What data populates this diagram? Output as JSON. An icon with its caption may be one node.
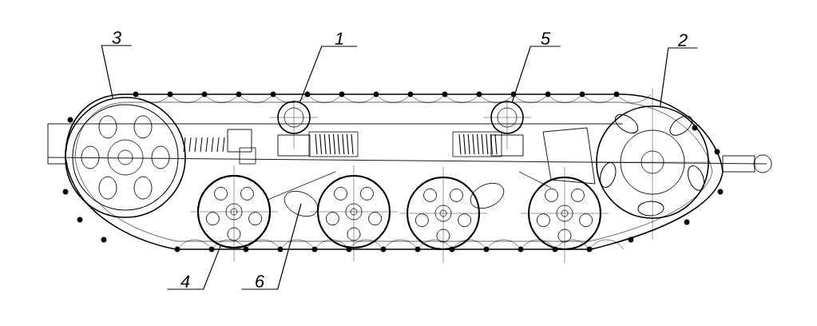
{
  "diagram": {
    "nodes": [
      {
        "text": [
          "3"
        ]
      },
      {
        "text": [
          "1"
        ]
      },
      {
        "text": [
          "5"
        ]
      },
      {
        "text": [
          "2"
        ]
      },
      {
        "text": [
          "4"
        ]
      },
      {
        "text": [
          "6"
        ]
      },
      {
        "text": [],
        "shape": "circle"
      },
      {
        "text": [],
        "shape": "circle"
      },
      {
        "text": [],
        "shape": "circle"
      },
      {
        "text": [],
        "shape": "circle"
      },
      {
        "text": [],
        "shape": "circle"
      }
    ],
    "edges": [
      {
        "from": 0,
        "to": 6,
        "arrow": "none"
      },
      {
        "from": 1,
        "to": 7,
        "arrow": "none"
      },
      {
        "from": 2,
        "to": 8,
        "arrow": "none"
      },
      {
        "from": 3,
        "to": 9,
        "arrow": "none"
      },
      {
        "from": 4,
        "to": 10,
        "arrow": "none"
      },
      {
        "from": 5,
        "to": null,
        "arrow": "none"
      }
    ]
  }
}
